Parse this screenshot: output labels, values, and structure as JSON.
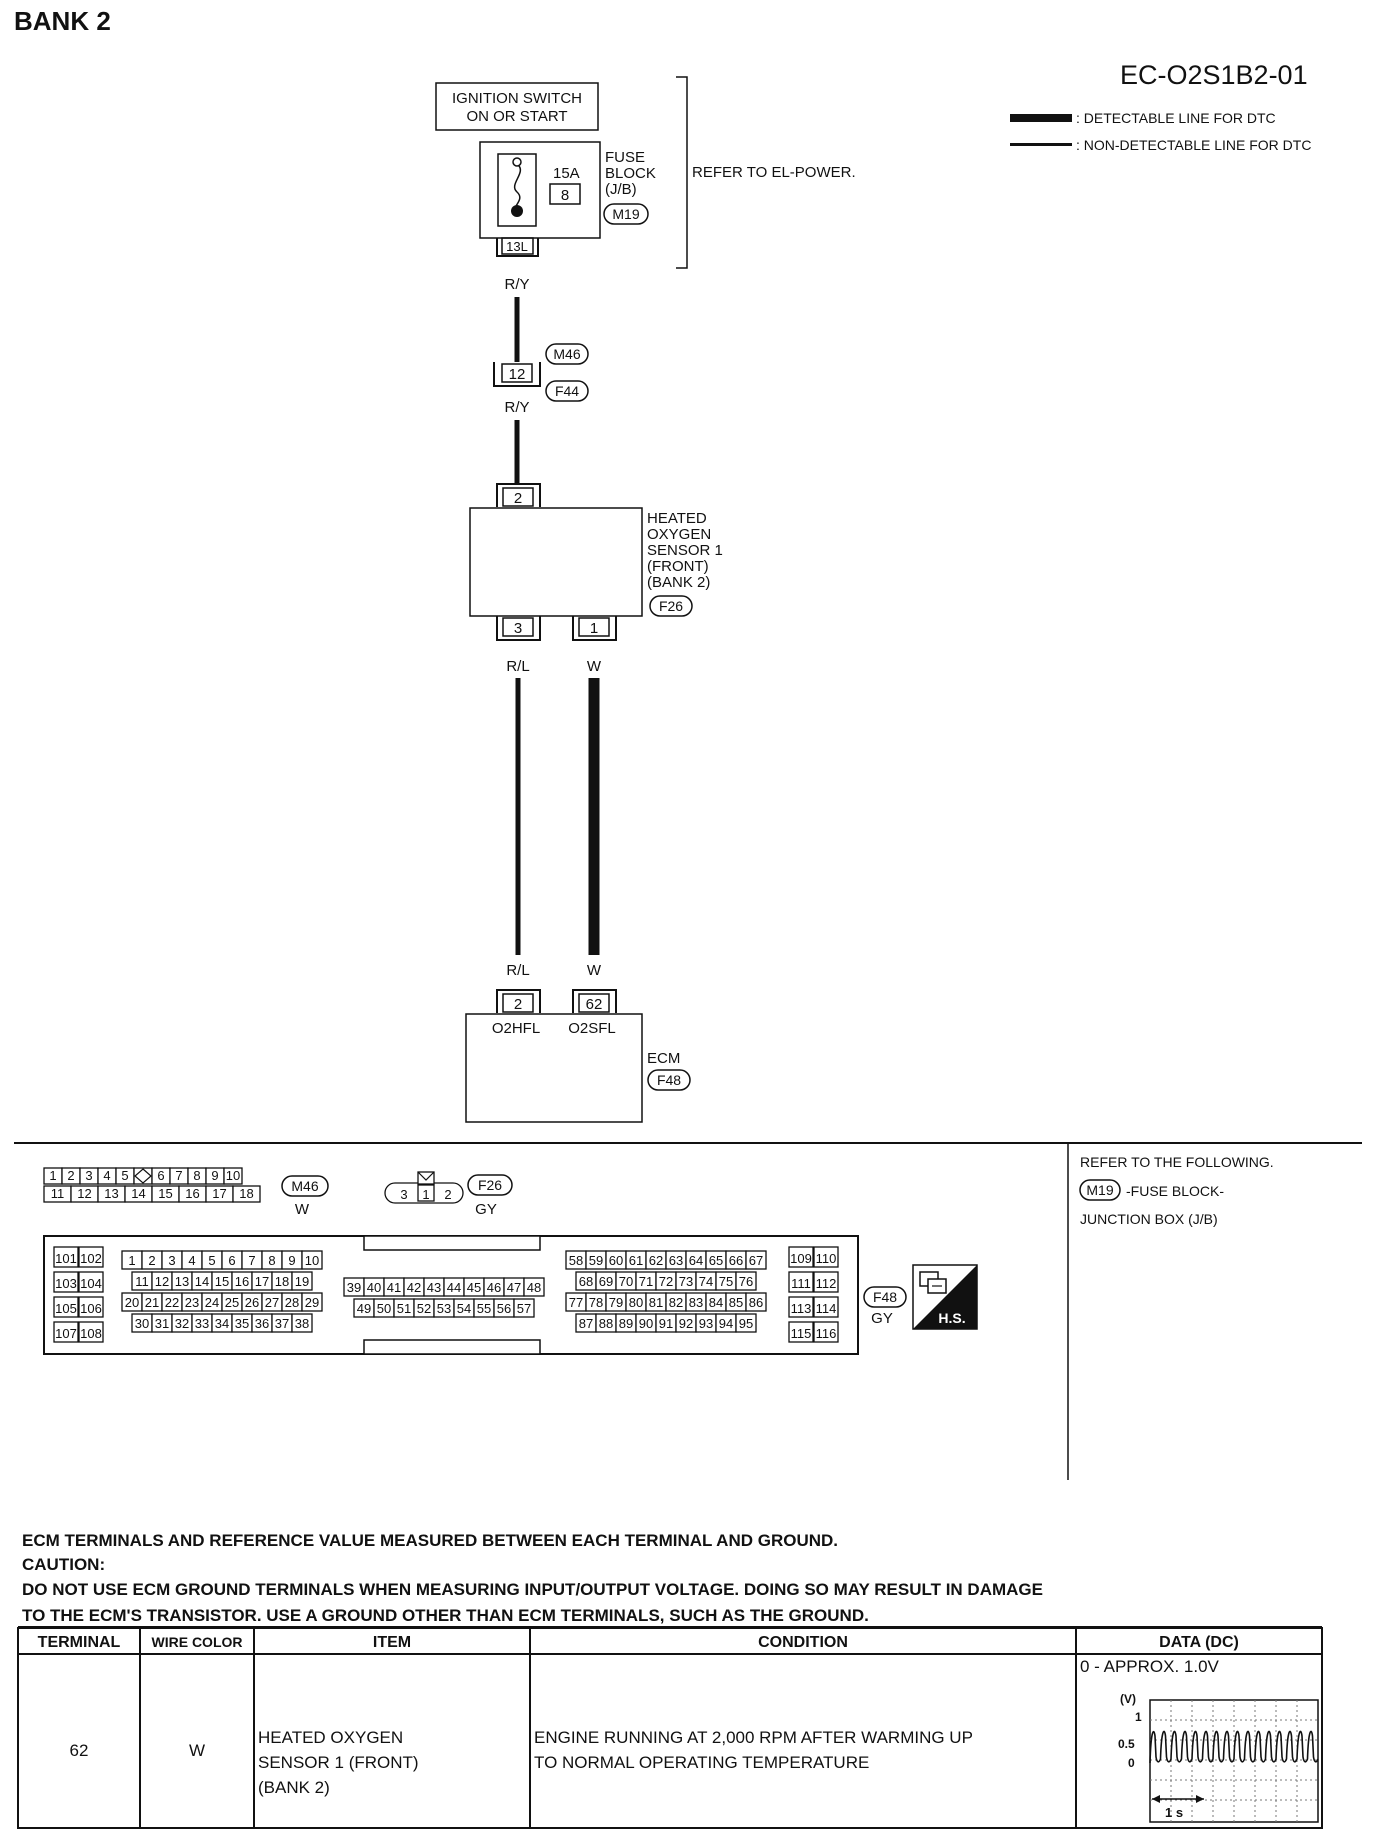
{
  "header": {
    "title": "BANK 2",
    "code": "EC-O2S1B2-01",
    "legend": [
      {
        "style": "thick",
        "label": ": DETECTABLE LINE FOR DTC"
      },
      {
        "style": "thin",
        "label": ": NON-DETECTABLE LINE FOR DTC"
      }
    ]
  },
  "power": {
    "ignition_line1": "IGNITION SWITCH",
    "ignition_line2": "ON OR START",
    "fuse_amps": "15A",
    "fuse_number": "8",
    "fuse_block_line1": "FUSE",
    "fuse_block_line2": "BLOCK",
    "fuse_block_line3": "(J/B)",
    "fuse_block_connector": "M19",
    "fuse_terminal": "13L",
    "refer_note": "REFER TO EL-POWER."
  },
  "wires": {
    "wire_ry_top": "R/Y",
    "wire_ry_mid": "R/Y",
    "joint_terminal": "12",
    "joint_connector_top": "M46",
    "joint_connector_bottom": "F44",
    "wire_rl_top": "R/L",
    "wire_w_top": "W",
    "wire_rl_bottom": "R/L",
    "wire_w_bottom": "W"
  },
  "sensor": {
    "top_terminal": "2",
    "label_lines": [
      "HEATED",
      "OXYGEN",
      "SENSOR 1",
      "(FRONT)",
      "(BANK 2)"
    ],
    "connector": "F26",
    "terminal_left": "3",
    "terminal_right": "1"
  },
  "ecm": {
    "terminal_left": "2",
    "terminal_right": "62",
    "signal_left": "O2HFL",
    "signal_right": "O2SFL",
    "label": "ECM",
    "connector": "F48"
  },
  "connectors": {
    "m46": {
      "id": "M46",
      "color": "W",
      "row1": [
        "1",
        "2",
        "3",
        "4",
        "5",
        "",
        "6",
        "7",
        "8",
        "9",
        "10"
      ],
      "row2": [
        "11",
        "12",
        "13",
        "14",
        "15",
        "16",
        "17",
        "18"
      ]
    },
    "f26": {
      "id": "F26",
      "color": "GY",
      "pins": [
        "3",
        "1",
        "2"
      ]
    },
    "f48": {
      "id": "F48",
      "color": "GY",
      "hs_label": "H.S.",
      "left_pins": [
        [
          "101",
          "102"
        ],
        [
          "103",
          "104"
        ],
        [
          "105",
          "106"
        ],
        [
          "107",
          "108"
        ]
      ],
      "right_pins": [
        [
          "109",
          "110"
        ],
        [
          "111",
          "112"
        ],
        [
          "113",
          "114"
        ],
        [
          "115",
          "116"
        ]
      ],
      "g1": [
        [
          "1",
          "2",
          "3",
          "4",
          "5",
          "6",
          "7",
          "8",
          "9",
          "10"
        ],
        [
          "11",
          "12",
          "13",
          "14",
          "15",
          "16",
          "17",
          "18",
          "19"
        ],
        [
          "20",
          "21",
          "22",
          "23",
          "24",
          "25",
          "26",
          "27",
          "28",
          "29"
        ],
        [
          "30",
          "31",
          "32",
          "33",
          "34",
          "35",
          "36",
          "37",
          "38"
        ]
      ],
      "g2": [
        [
          "39",
          "40",
          "41",
          "42",
          "43",
          "44",
          "45",
          "46",
          "47",
          "48"
        ],
        [
          "49",
          "50",
          "51",
          "52",
          "53",
          "54",
          "55",
          "56",
          "57"
        ]
      ],
      "g3": [
        [
          "58",
          "59",
          "60",
          "61",
          "62",
          "63",
          "64",
          "65",
          "66",
          "67"
        ],
        [
          "68",
          "69",
          "70",
          "71",
          "72",
          "73",
          "74",
          "75",
          "76"
        ],
        [
          "77",
          "78",
          "79",
          "80",
          "81",
          "82",
          "83",
          "84",
          "85",
          "86"
        ],
        [
          "87",
          "88",
          "89",
          "90",
          "91",
          "92",
          "93",
          "94",
          "95"
        ]
      ]
    }
  },
  "refer_box": {
    "title": "REFER TO THE FOLLOWING.",
    "connector": "M19",
    "line1": "-FUSE BLOCK-",
    "line2": "JUNCTION BOX (J/B)"
  },
  "notes": {
    "line1": "ECM TERMINALS AND REFERENCE VALUE MEASURED BETWEEN EACH TERMINAL AND GROUND.",
    "caution": "CAUTION:",
    "line3": "DO NOT USE ECM GROUND TERMINALS WHEN MEASURING INPUT/OUTPUT VOLTAGE. DOING SO MAY RESULT IN DAMAGE",
    "line4": "TO THE ECM'S TRANSISTOR. USE A GROUND OTHER THAN ECM TERMINALS, SUCH AS THE GROUND."
  },
  "table": {
    "headers": [
      "TERMINAL",
      "WIRE COLOR",
      "ITEM",
      "CONDITION",
      "DATA (DC)"
    ],
    "row": {
      "terminal": "62",
      "wire_color": "W",
      "item_lines": [
        "HEATED OXYGEN",
        "SENSOR 1 (FRONT)",
        "(BANK 2)"
      ],
      "condition_lines": [
        "ENGINE RUNNING AT 2,000 RPM AFTER WARMING UP",
        "TO NORMAL OPERATING TEMPERATURE"
      ],
      "data_text": "0 - APPROX. 1.0V",
      "scope": {
        "unit": "(V)",
        "y_labels": [
          "1",
          "0.5",
          "0"
        ],
        "time_label": "1 s"
      }
    }
  }
}
